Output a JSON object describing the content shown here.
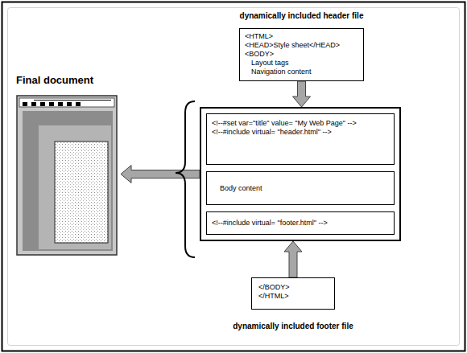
{
  "diagram": {
    "nodes": [
      {
        "text": [
          "dynamically included header file",
          "<HTML>",
          "<HEAD>Style sheet</HEAD>",
          "<BODY>",
          "Layout tags",
          "Navigation content"
        ]
      },
      {
        "text": [
          "Final document"
        ]
      },
      {
        "text": []
      },
      {
        "text": [
          "<!--#set var=\"title\" value= \"My Web Page\" -->",
          "<!--#include virtual= \"header.html\" -->"
        ],
        "in": 2
      },
      {
        "text": [
          "Body content"
        ],
        "in": 2
      },
      {
        "text": [
          "<!--#include virtual= \"footer.html\" -->"
        ],
        "in": 2
      },
      {
        "text": [
          "</BODY>",
          "</HTML>",
          "dynamically included footer file"
        ]
      }
    ],
    "edges": [
      {
        "from": 0,
        "to": 2,
        "arrow": "to"
      },
      {
        "from": 6,
        "to": 2,
        "arrow": "to"
      },
      {
        "from": 2,
        "to": 1,
        "arrow": "to"
      }
    ]
  }
}
